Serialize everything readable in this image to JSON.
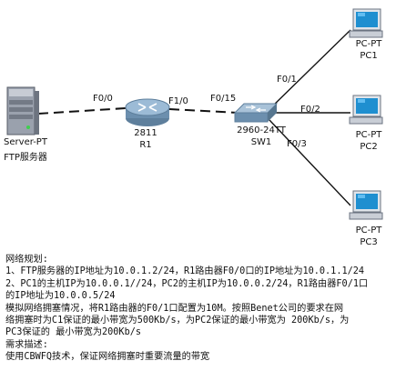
{
  "devices": {
    "server": {
      "label1": "Server-PT",
      "label2": "FTP服务器"
    },
    "router": {
      "label1": "2811",
      "label2": "R1"
    },
    "switch": {
      "label1": "2960-24TT",
      "label2": "SW1"
    },
    "pc1": {
      "label1": "PC-PT",
      "label2": "PC1"
    },
    "pc2": {
      "label1": "PC-PT",
      "label2": "PC2"
    },
    "pc3": {
      "label1": "PC-PT",
      "label2": "PC3"
    }
  },
  "ports": {
    "server_router": "F0/0",
    "router_switch": "F1/0",
    "switch_router": "F0/15",
    "switch_pc1": "F0/1",
    "switch_pc2": "F0/2",
    "switch_pc3": "F0/3"
  },
  "description": {
    "lines": [
      "网络规划:",
      "1、FTP服务器的IP地址为10.0.1.2/24，R1路由器F0/0口的IP地址为10.0.1.1/24",
      "2、PC1的主机IP为10.0.0.1//24，PC2的主机IP为10.0.0.2/24，R1路由器F0/1口",
      "的IP地址为10.0.0.5/24",
      "模拟网络拥塞情况，将R1路由器的F0/1口配置为10M。按照Benet公司的要求在网",
      "络拥塞时为C1保证的最小带宽为500Kb/s，为PC2保证的最小带宽为 200Kb/s，为",
      "PC3保证的 最小带宽为200Kb/s",
      "需求描述:",
      "使用CBWFQ技术，保证网络拥塞时重要流量的带宽"
    ]
  }
}
